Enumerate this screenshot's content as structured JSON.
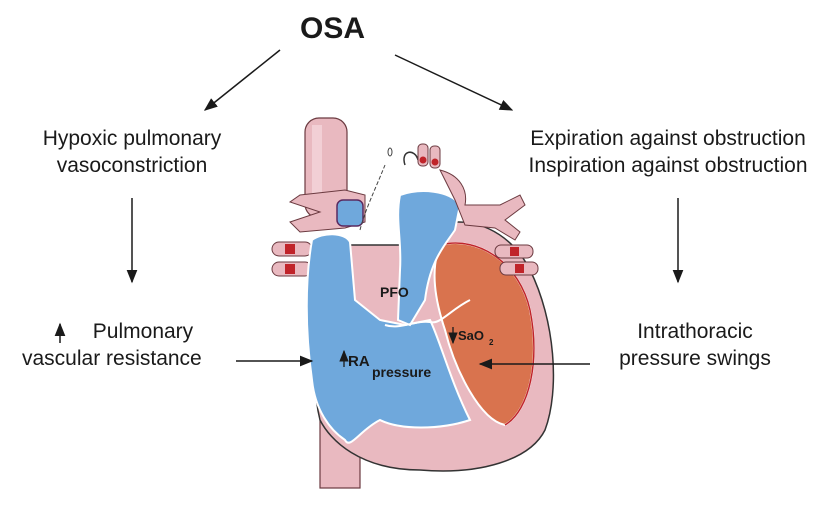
{
  "title": "OSA",
  "left_branch": {
    "cause": [
      "Hypoxic pulmonary",
      "vasoconstriction"
    ],
    "effect_line1": "Pulmonary",
    "effect_line2": "vascular resistance",
    "effect_direction": "up"
  },
  "right_branch": {
    "cause": [
      "Expiration against obstruction",
      "Inspiration against obstruction"
    ],
    "effect": [
      "Intrathoracic",
      "pressure swings"
    ]
  },
  "heart_labels": {
    "pfo": "PFO",
    "sao2_main": "SaO",
    "sao2_sub": "2",
    "sao2_direction": "down",
    "ra_main": "RA",
    "ra_sub": "pressure",
    "ra_direction": "up"
  },
  "colors": {
    "deoxygenated_blue": "#6fa8dc",
    "oxygenated_red": "#d9734e",
    "tissue_pink": "#e9b9c0",
    "vessel_red": "#c0242a",
    "arrow": "#1a1a1a"
  }
}
